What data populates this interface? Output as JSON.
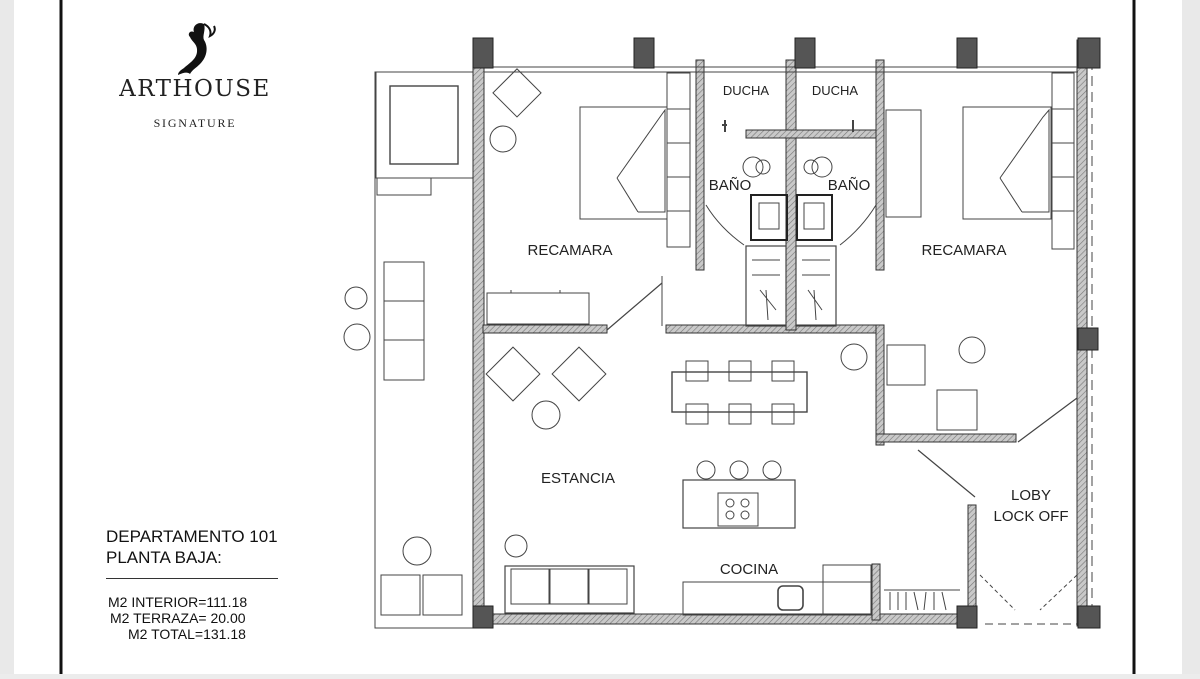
{
  "brand": {
    "name": "ARTHOUSE",
    "subtitle": "SIGNATURE",
    "logo": "mermaid-icon"
  },
  "unit": {
    "title_line1": "DEPARTAMENTO 101",
    "title_line2": "PLANTA BAJA:"
  },
  "areas": {
    "interior": "M2  INTERIOR=111.18",
    "terraza": "M2  TERRAZA=  20.00",
    "total": "M2  TOTAL=131.18"
  },
  "rooms": {
    "ducha_left": "DUCHA",
    "ducha_right": "DUCHA",
    "bano_left": "BAÑO",
    "bano_right": "BAÑO",
    "recamara_left": "RECAMARA",
    "recamara_right": "RECAMARA",
    "estancia": "ESTANCIA",
    "cocina": "COCINA",
    "loby_line1": "LOBY",
    "loby_line2": "LOCK OFF"
  },
  "colors": {
    "paper": "#ffffff",
    "ink": "#333333",
    "wall": "#8a8a8a",
    "column": "#555555",
    "frame": "#1a1a1a"
  }
}
